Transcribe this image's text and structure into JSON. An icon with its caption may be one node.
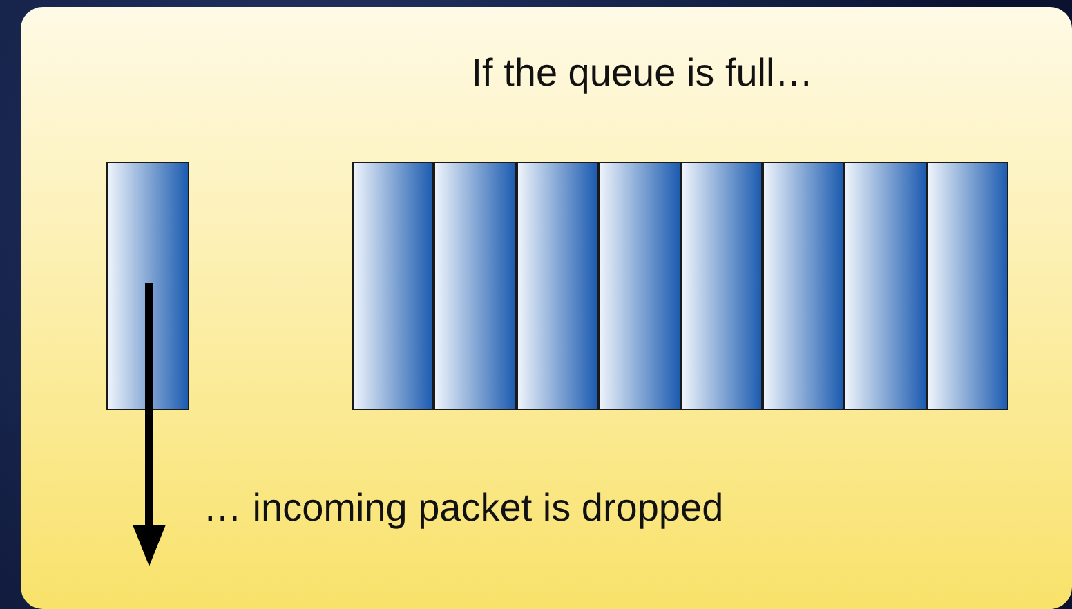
{
  "diagram": {
    "nodes": [
      {
        "text": [
          "If the queue is full…"
        ]
      },
      {
        "text": [],
        "shape": "box",
        "in": 0
      },
      {
        "text": [],
        "shape": "box",
        "in": 0
      },
      {
        "text": [],
        "shape": "box",
        "in": 0
      },
      {
        "text": [],
        "shape": "box",
        "in": 0
      },
      {
        "text": [],
        "shape": "box",
        "in": 0
      },
      {
        "text": [],
        "shape": "box",
        "in": 0
      },
      {
        "text": [],
        "shape": "box",
        "in": 0
      },
      {
        "text": [],
        "shape": "box",
        "in": 0
      },
      {
        "text": [],
        "shape": "box",
        "in": 0
      }
    ],
    "labels": [
      "… incoming packet is dropped"
    ]
  }
}
